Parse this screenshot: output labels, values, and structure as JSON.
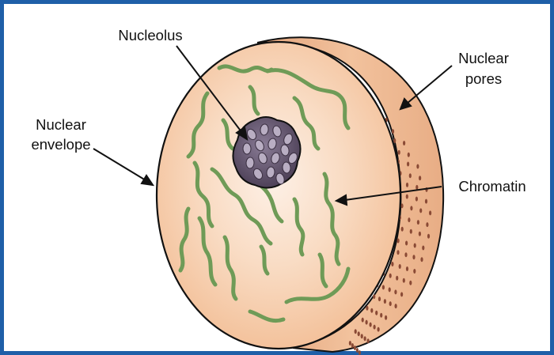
{
  "figure": {
    "labels": {
      "nucleolus": "Nucleolus",
      "nuclear_envelope_line1": "Nuclear",
      "nuclear_envelope_line2": "envelope",
      "nuclear_pores_line1": "Nuclear",
      "nuclear_pores_line2": "pores",
      "chromatin": "Chromatin"
    },
    "colors": {
      "frame": "#1f5fa8",
      "nucleus_fill": "#f5c9a4",
      "nucleus_center": "#fdeee2",
      "rim_fill": "#eab48d",
      "pore": "#8a4a35",
      "chromatin": "#6f9b57",
      "nucleolus": "#6e5f78",
      "nucleolus_spot": "#b9aec3",
      "outline": "#111111"
    }
  }
}
